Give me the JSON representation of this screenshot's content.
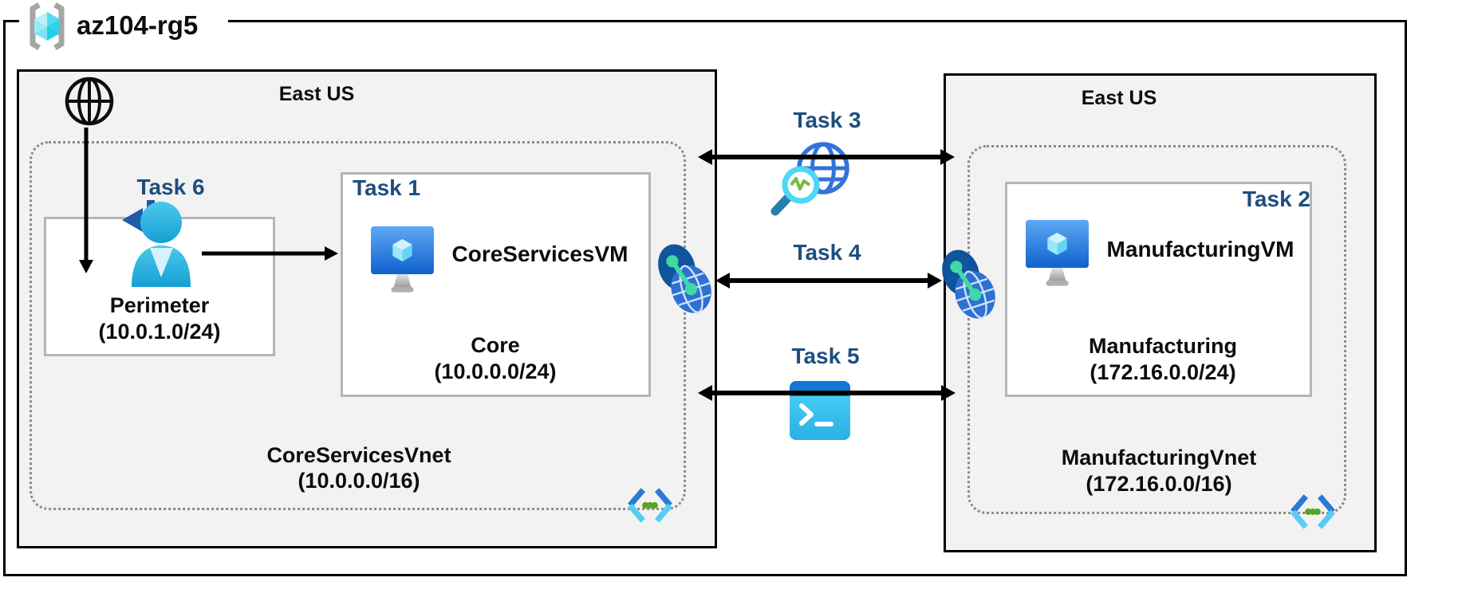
{
  "resource_group": {
    "label": "az104-rg5"
  },
  "left_region": {
    "title": "East US",
    "task6_label": "Task 6",
    "task1_label": "Task 1",
    "vm_name": "CoreServicesVM",
    "perimeter": {
      "name": "Perimeter",
      "cidr": "(10.0.1.0/24)"
    },
    "core": {
      "name": "Core",
      "cidr": "(10.0.0.0/24)"
    },
    "vnet": {
      "name": "CoreServicesVnet",
      "cidr": "(10.0.0.0/16)"
    }
  },
  "right_region": {
    "title": "East US",
    "task2_label": "Task 2",
    "vm_name": "ManufacturingVM",
    "manufacturing": {
      "name": "Manufacturing",
      "cidr": "(172.16.0.0/24)"
    },
    "vnet": {
      "name": "ManufacturingVnet",
      "cidr": "(172.16.0.0/16)"
    }
  },
  "connections": {
    "task3_label": "Task 3",
    "task4_label": "Task 4",
    "task5_label": "Task 5"
  },
  "icons": {
    "resource_group": "resource-group-icon",
    "internet": "internet-globe-icon",
    "task6": "user-return-icon",
    "vm": "virtual-machine-icon",
    "task3": "network-watcher-icon",
    "peering": "vnet-peering-icon",
    "task5": "cloud-shell-icon",
    "vnet": "virtual-network-icon"
  },
  "colors": {
    "task_label": "#1D4E7E",
    "region_fill": "#F2F2F2",
    "region_border": "#000000",
    "subnet_border": "#B5B5B5",
    "vnet_dotted_border": "#8A8A8A",
    "azure_blue": "#2E71D2",
    "vm_blue_top": "#5FA8F4",
    "vm_blue_bottom": "#0F61CE",
    "cyan": "#55CEF6",
    "mint_green": "#3FD9A3",
    "pulse_green": "#74BC3F",
    "dot_green": "#5BA41D",
    "bracket_gray": "#A5A5A5"
  }
}
